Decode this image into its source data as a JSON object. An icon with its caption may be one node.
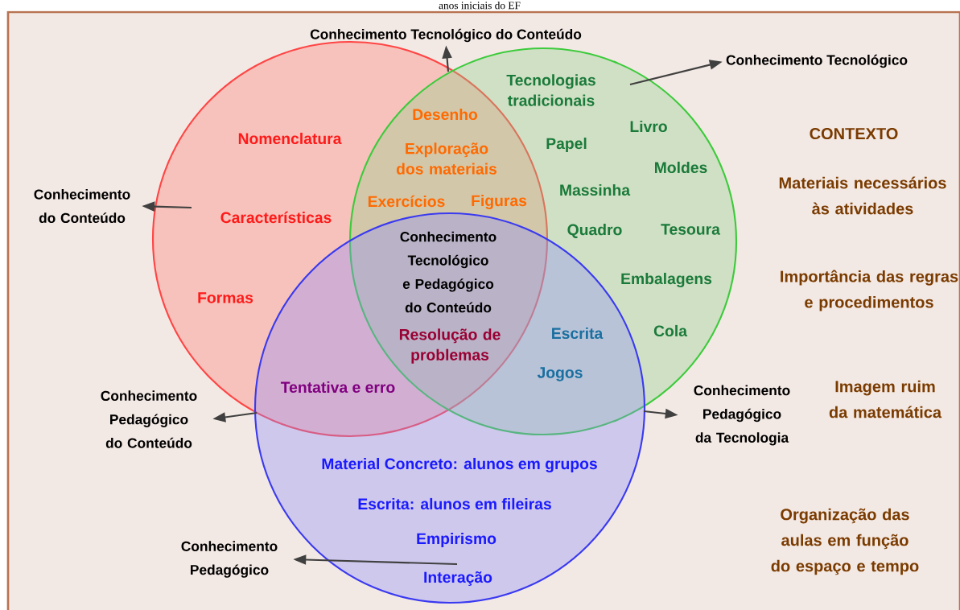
{
  "diagram": {
    "title": "anos iniciais do EF",
    "nodes": [
      {
        "text": [
          "Nomenclatura",
          "Características",
          "Formas"
        ]
      },
      {
        "text": [
          "Tecnologias tradicionais",
          "Livro",
          "Papel",
          "Moldes",
          "Massinha",
          "Quadro",
          "Tesoura",
          "Embalagens",
          "Cola"
        ]
      },
      {
        "text": [
          "Material Concreto: alunos em grupos",
          "Escrita: alunos em fileiras",
          "Empirismo",
          "Interação"
        ]
      },
      {
        "text": [
          "Conhecimento  Tecnológico do Conteúdo"
        ]
      },
      {
        "text": [
          "Conhecimento Tecnológico"
        ]
      },
      {
        "text": [
          "Conhecimento do Conteúdo"
        ]
      },
      {
        "text": [
          "Conhecimento Pedagógico do Conteúdo"
        ]
      },
      {
        "text": [
          "Conhecimento Pedagógico da Tecnologia"
        ]
      },
      {
        "text": [
          "Conhecimento Pedagógico"
        ]
      }
    ],
    "edges": [
      {
        "from": 1,
        "to": 3,
        "arrow": "to"
      },
      {
        "from": 1,
        "to": 4,
        "arrow": "to"
      },
      {
        "from": 0,
        "to": 5,
        "arrow": "to"
      },
      {
        "from": 2,
        "to": 6,
        "arrow": "to"
      },
      {
        "from": 1,
        "to": 7,
        "arrow": "to"
      },
      {
        "from": 2,
        "to": 8,
        "arrow": "to"
      }
    ],
    "labels": [
      "Desenho",
      "Exploração dos materiais",
      "Exercícios",
      "Figuras",
      "Conhecimento Tecnológico e Pedagógico do Conteúdo",
      "Resolução de problemas",
      "Tentativa e erro",
      "Escrita",
      "Jogos",
      "CONTEXTO",
      "Materiais necessários às atividades",
      "Importância das regras e procedimentos",
      "Imagem ruim da matemática",
      "Organização das aulas em função do espaço e tempo"
    ]
  }
}
